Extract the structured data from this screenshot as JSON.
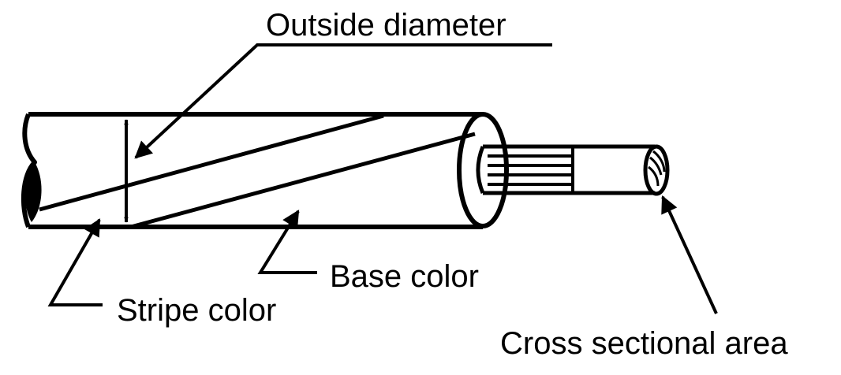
{
  "diagram": {
    "labels": {
      "outside_diameter": "Outside diameter",
      "base_color": "Base color",
      "stripe_color": "Stripe color",
      "cross_sectional_area": "Cross sectional area"
    },
    "colors": {
      "ink": "#000000",
      "paper": "#ffffff"
    }
  }
}
